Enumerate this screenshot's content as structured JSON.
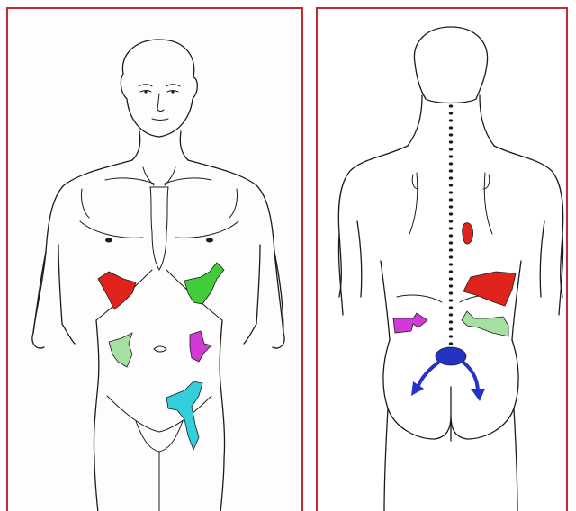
{
  "colors": {
    "frame": "#c8272d",
    "red": "#e0231c",
    "green": "#43cc3a",
    "light_green": "#a6e0a0",
    "magenta": "#d23ad6",
    "cyan": "#33d0dc",
    "blue": "#2433c4"
  },
  "front_view": {
    "pain_zones": [
      {
        "icon": "red-zone-right-upper",
        "color": "#e0231c"
      },
      {
        "icon": "green-zone-left-upper",
        "color": "#43cc3a"
      },
      {
        "icon": "light-green-zone-right-mid",
        "color": "#a6e0a0"
      },
      {
        "icon": "magenta-zone-left-mid",
        "color": "#d23ad6"
      },
      {
        "icon": "cyan-zone-lower-left",
        "color": "#33d0dc"
      }
    ]
  },
  "back_view": {
    "pain_zones": [
      {
        "icon": "red-zone-right-back",
        "color": "#e0231c"
      },
      {
        "icon": "red-spot-scapula",
        "color": "#e0231c"
      },
      {
        "icon": "magenta-zone-left-flank",
        "color": "#d23ad6"
      },
      {
        "icon": "light-green-zone-right-flank",
        "color": "#a6e0a0"
      },
      {
        "icon": "blue-zone-sacrum",
        "color": "#2433c4"
      }
    ]
  }
}
